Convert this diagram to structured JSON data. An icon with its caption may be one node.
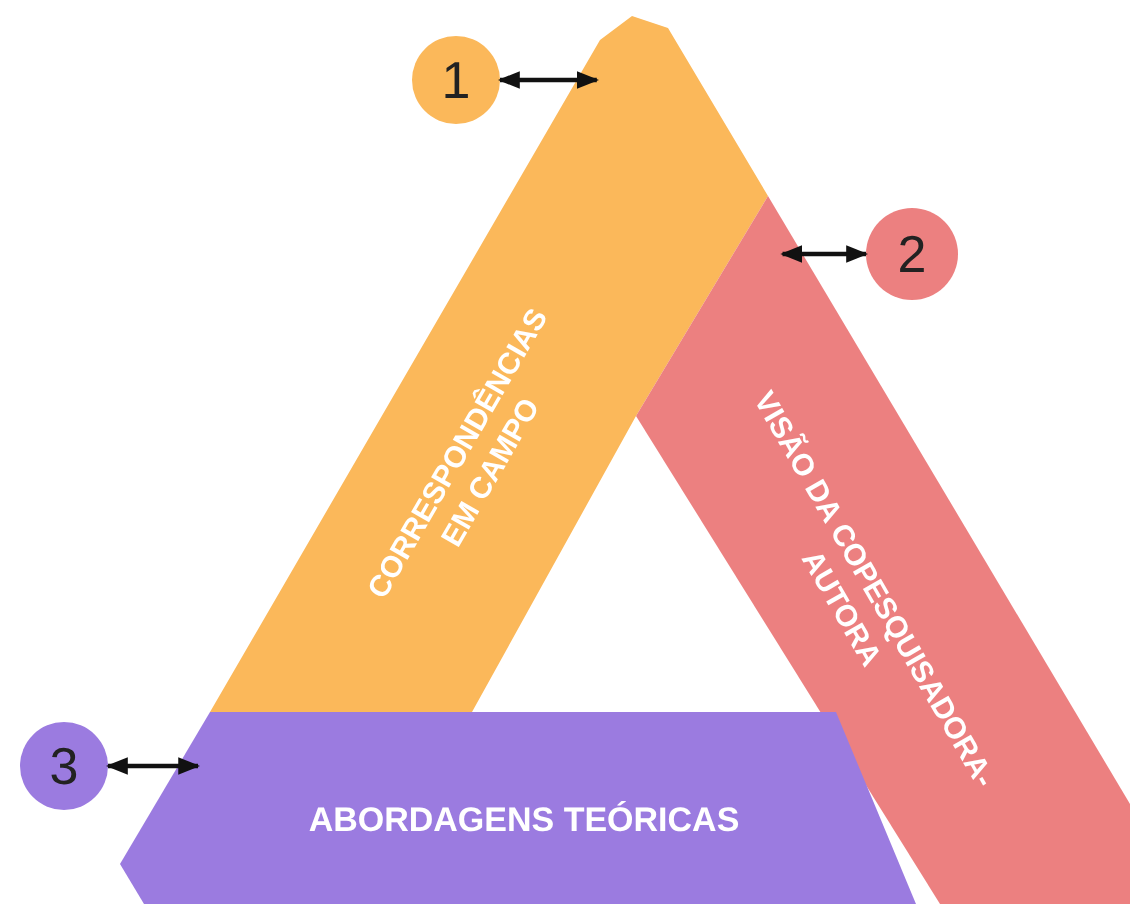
{
  "diagram": {
    "nodes": [
      {
        "text": [
          "CORRESPONDÊNCIAS EM CAMPO"
        ]
      },
      {
        "text": [
          "VISÃO DA COPESQUISADORA-AUTORA"
        ]
      },
      {
        "text": [
          "ABORDAGENS TEÓRICAS"
        ]
      },
      {
        "text": [
          "1"
        ]
      },
      {
        "text": [
          "2"
        ]
      },
      {
        "text": [
          "3"
        ]
      }
    ],
    "edges": [
      {
        "from": 3,
        "to": 0,
        "arrow": "both"
      },
      {
        "from": 4,
        "to": 1,
        "arrow": "both"
      },
      {
        "from": 5,
        "to": 2,
        "arrow": "both"
      }
    ]
  }
}
